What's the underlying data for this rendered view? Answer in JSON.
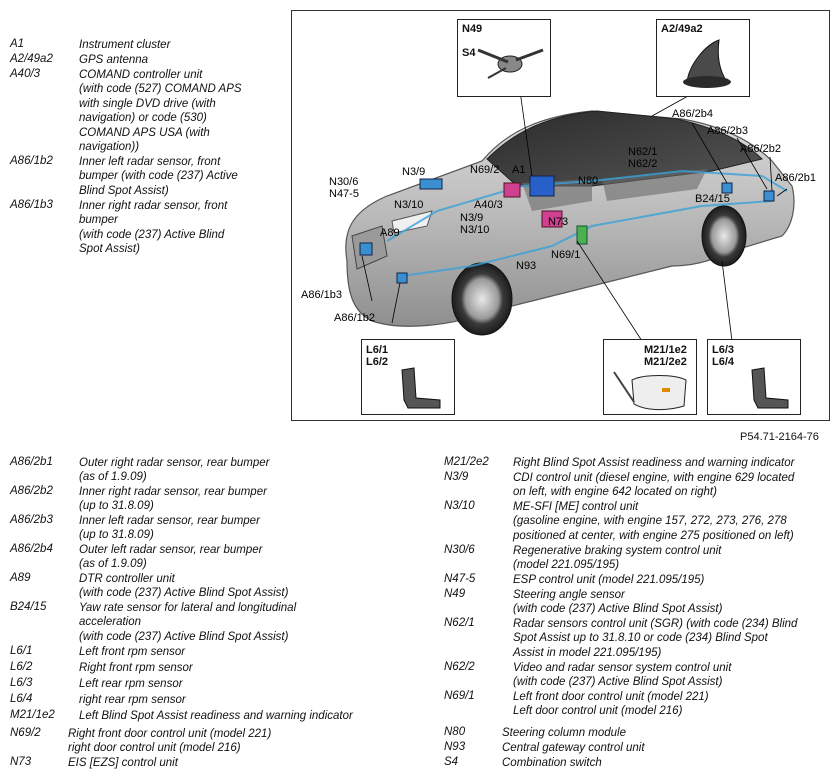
{
  "figure": {
    "id": "P54.71-2164-76",
    "callouts": {
      "N49": "N49",
      "S4": "S4",
      "A2_49a2": "A2/49a2",
      "A86_2b4": "A86/2b4",
      "A86_2b3": "A86/2b3",
      "A86_2b2": "A86/2b2",
      "A86_2b1": "A86/2b1",
      "N62_1": "N62/1",
      "N62_2": "N62/2",
      "N69_2": "N69/2",
      "A1": "A1",
      "N3_9_top": "N3/9",
      "N30_6": "N30/6",
      "N47_5": "N47-5",
      "N3_10_left": "N3/10",
      "A40_3": "A40/3",
      "N80": "N80",
      "B24_15": "B24/15",
      "N3_9_mid": "N3/9",
      "N3_10_mid": "N3/10",
      "N73": "N73",
      "A89": "A89",
      "N69_1": "N69/1",
      "N93": "N93",
      "A86_1b3": "A86/1b3",
      "A86_1b2": "A86/1b2"
    },
    "insets": {
      "steering": "N49\n\nS4",
      "antenna": "A2/49a2",
      "front_rpm": "L6/1\nL6/2",
      "mirror": "M21/1e2\nM21/2e2",
      "rear_rpm": "L6/3\nL6/4"
    }
  },
  "legend_top": [
    {
      "code": "A1",
      "desc": "Instrument cluster"
    },
    {
      "code": "A2/49a2",
      "desc": "GPS antenna"
    },
    {
      "code": "A40/3",
      "desc": "COMAND controller unit\n(with code (527) COMAND APS\nwith single DVD drive (with\nnavigation) or code (530)\nCOMAND APS USA (with\nnavigation))"
    },
    {
      "code": "A86/1b2",
      "desc": "Inner left radar sensor, front\nbumper (with code (237) Active\nBlind Spot Assist)"
    },
    {
      "code": "A86/1b3",
      "desc": "Inner right radar sensor, front\nbumper\n(with code (237) Active Blind\nSpot Assist)"
    }
  ],
  "legend_left": [
    {
      "code": "A86/2b1",
      "desc": "Outer right radar sensor, rear bumper\n(as of 1.9.09)"
    },
    {
      "code": "A86/2b2",
      "desc": "Inner right radar sensor, rear bumper\n(up to 31.8.09)"
    },
    {
      "code": "A86/2b3",
      "desc": "Inner left radar sensor, rear bumper\n(up to 31.8.09)"
    },
    {
      "code": "A86/2b4",
      "desc": "Outer left radar sensor, rear bumper\n(as of 1.9.09)"
    },
    {
      "code": "A89",
      "desc": "DTR controller unit\n(with code (237) Active Blind Spot Assist)"
    },
    {
      "code": "B24/15",
      "desc": "Yaw rate sensor for lateral and longitudinal\nacceleration\n(with code (237) Active Blind Spot Assist)"
    },
    {
      "code": "L6/1",
      "desc": "Left front rpm sensor"
    },
    {
      "code": "L6/2",
      "desc": "Right front rpm sensor"
    },
    {
      "code": "L6/3",
      "desc": "Left rear rpm sensor"
    },
    {
      "code": "L6/4",
      "desc": "right rear rpm sensor"
    },
    {
      "code": "M21/1e2",
      "desc": "Left Blind Spot Assist readiness and warning indicator"
    },
    {
      "code": "N69/2",
      "desc": "Right front door control unit (model 221)\nright door control unit (model 216)"
    },
    {
      "code": "N73",
      "desc": "EIS [EZS] control unit"
    }
  ],
  "legend_right": [
    {
      "code": "M21/2e2",
      "desc": "Right Blind Spot Assist readiness and warning indicator"
    },
    {
      "code": "N3/9",
      "desc": "CDI control unit (diesel engine, with engine 629 located\non left, with engine 642 located on right)"
    },
    {
      "code": "N3/10",
      "desc": "ME-SFI [ME] control unit\n(gasoline engine, with engine 157, 272, 273, 276, 278\npositioned at center, with engine 275 positioned on left)"
    },
    {
      "code": "N30/6",
      "desc": "Regenerative braking system control unit\n(model 221.095/195)"
    },
    {
      "code": "N47-5",
      "desc": "ESP control unit (model 221.095/195)"
    },
    {
      "code": "N49",
      "desc": "Steering angle sensor\n(with code (237) Active Blind Spot Assist)"
    },
    {
      "code": "N62/1",
      "desc": "Radar sensors control unit (SGR) (with code (234) Blind\nSpot Assist up to 31.8.10 or code (234) Blind Spot\nAssist in model 221.095/195)"
    },
    {
      "code": "N62/2",
      "desc": "Video and radar sensor system control unit\n(with code (237) Active Blind Spot Assist)"
    },
    {
      "code": "N69/1",
      "desc": "Left front door control unit (model 221)\nLeft door control unit (model 216)"
    },
    {
      "code": "N80",
      "desc": "Steering column module"
    },
    {
      "code": "N93",
      "desc": "Central gateway control unit"
    },
    {
      "code": "S4",
      "desc": "Combination switch"
    }
  ]
}
